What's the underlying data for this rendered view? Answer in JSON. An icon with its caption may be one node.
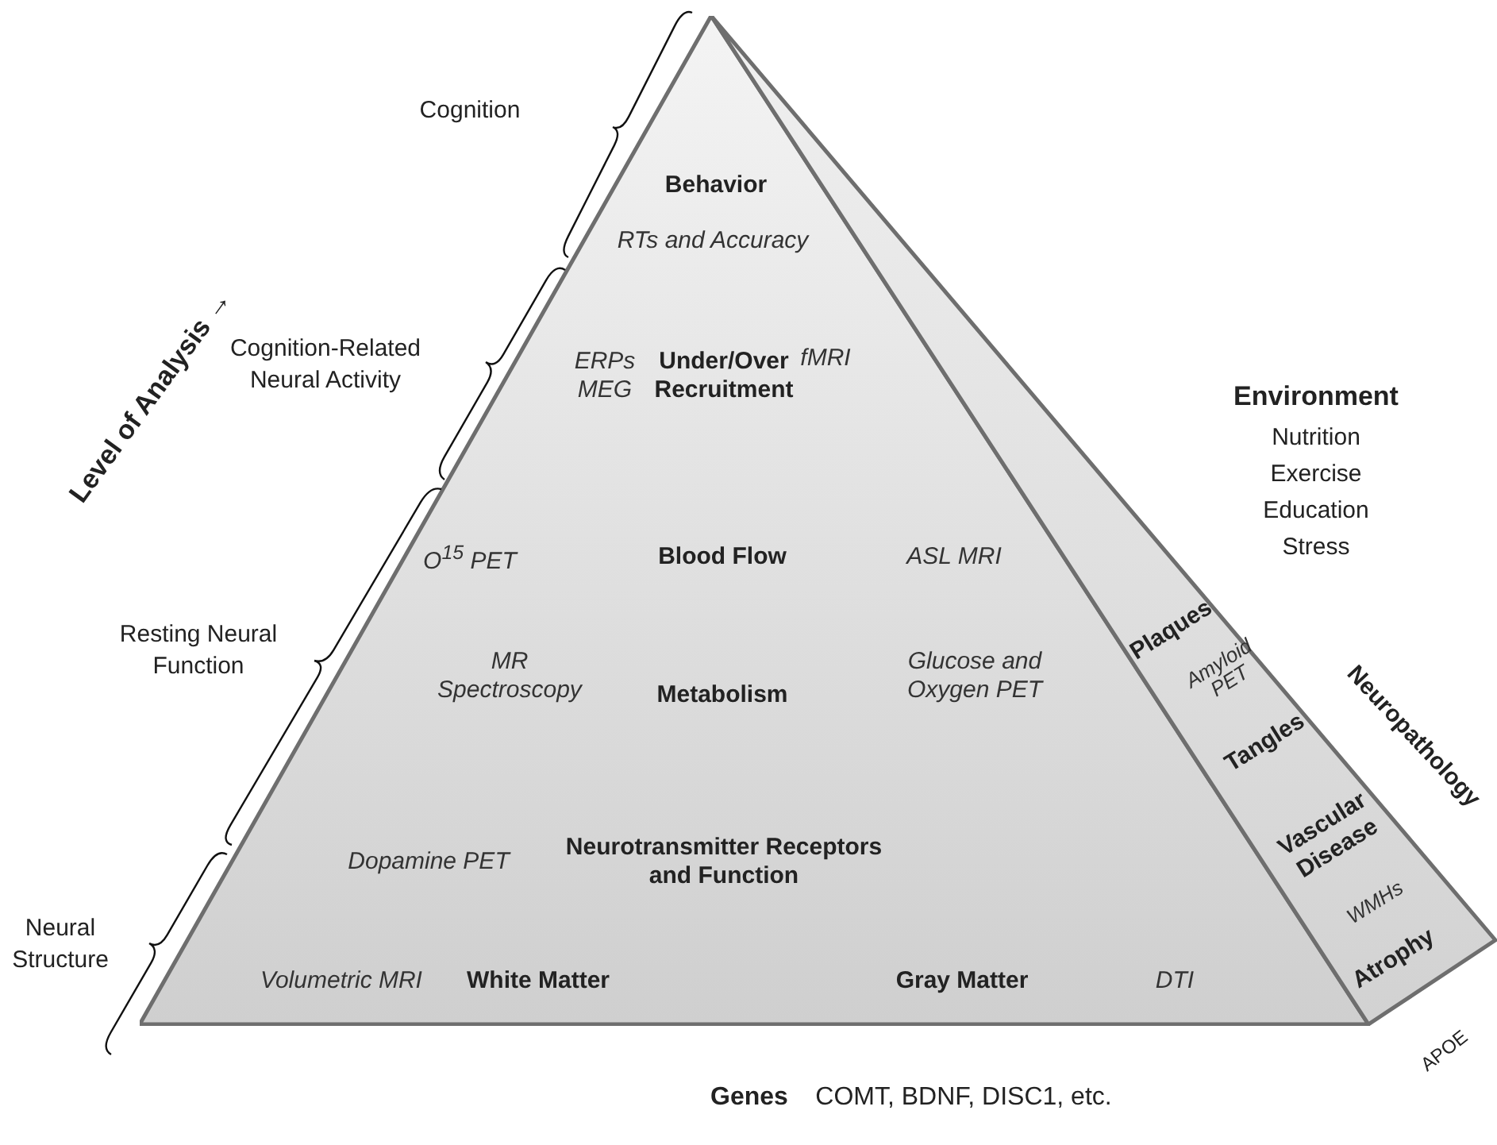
{
  "diagram": {
    "nodes": [
      {
        "text": [
          "Behavior",
          "RTs and Accuracy",
          "ERPs MEG",
          "Under/Over Recruitment",
          "fMRI",
          "O$^{15}$ PET",
          "Blood Flow",
          "ASL MRI",
          "MR Spectroscopy",
          "Metabolism",
          "Glucose and Oxygen PET",
          "Dopamine PET",
          "Neurotransmitter Receptors and Function",
          "Volumetric MRI",
          "White Matter",
          "Gray Matter",
          "DTI"
        ]
      },
      {
        "text": [
          "Plaques",
          "Amyloid PET",
          "Tangles",
          "Vascular Disease",
          "WMHs",
          "Atrophy"
        ]
      }
    ],
    "labels": [
      "Cognition",
      "Level of Analysis →",
      "Cognition-Related Neural Activity",
      "Environment",
      "Nutrition",
      "Exercise",
      "Education",
      "Stress",
      "Resting Neural Function",
      "Neuropathology",
      "Neural Structure",
      "APOE",
      "Genes",
      "COMT, BDNF, DISC1, etc."
    ]
  }
}
